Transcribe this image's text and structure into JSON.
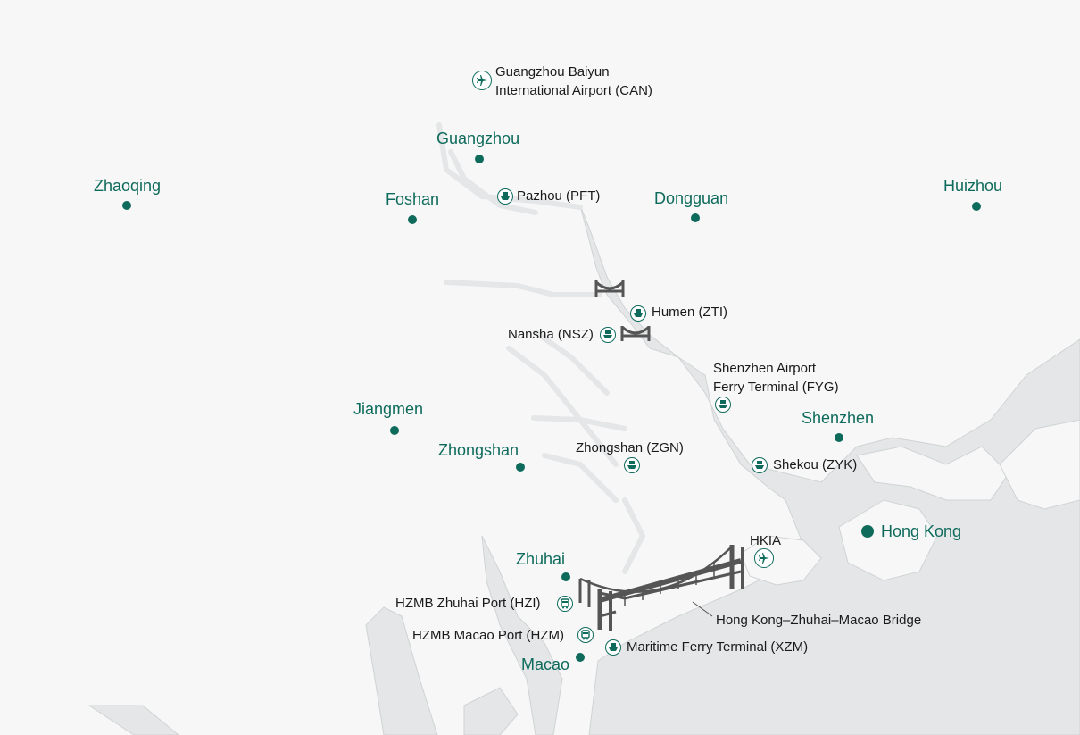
{
  "cities": {
    "guangzhou": "Guangzhou",
    "zhaoqing": "Zhaoqing",
    "foshan": "Foshan",
    "dongguan": "Dongguan",
    "huizhou": "Huizhou",
    "jiangmen": "Jiangmen",
    "zhongshan": "Zhongshan",
    "shenzhen": "Shenzhen",
    "hongkong": "Hong Kong",
    "zhuhai": "Zhuhai",
    "macao": "Macao"
  },
  "terminals": {
    "can_line1": "Guangzhou Baiyun",
    "can_line2": "International Airport (CAN)",
    "pft": "Pazhou (PFT)",
    "zti": "Humen (ZTI)",
    "nsz": "Nansha (NSZ)",
    "fyg_line1": "Shenzhen Airport",
    "fyg_line2": "Ferry Terminal (FYG)",
    "zgn": "Zhongshan (ZGN)",
    "zyk": "Shekou (ZYK)",
    "hkia": "HKIA",
    "hzi": "HZMB Zhuhai Port (HZI)",
    "hzm": "HZMB Macao Port (HZM)",
    "xzm": "Maritime Ferry Terminal (XZM)",
    "bridge": "Hong Kong–Zhuhai–Macao Bridge"
  },
  "colors": {
    "city": "#0e6b5c",
    "land": "#e4e6e7",
    "background": "#f7f7f7",
    "bridge": "#555555"
  },
  "icons": {
    "airport": "airplane-icon",
    "ferry": "ferry-icon",
    "bus": "bus-icon",
    "bridge": "bridge-icon"
  }
}
